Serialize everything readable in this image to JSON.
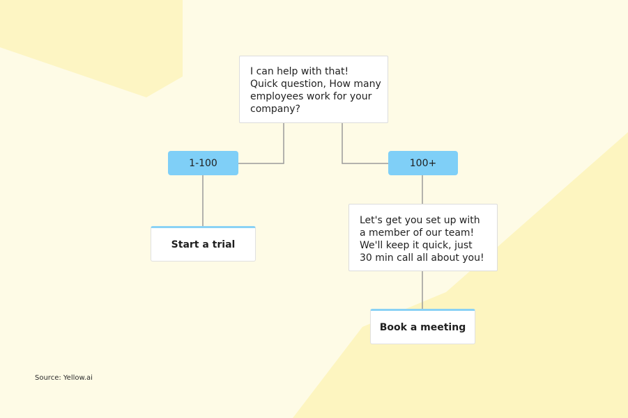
{
  "colors": {
    "background": "#fefbe6",
    "accent_yellow": "#fbf0a0",
    "chip_blue": "#7fcff7",
    "card_border_blue": "#8ad2f5",
    "connector": "#9a9a9a"
  },
  "question": {
    "lines": [
      "I can help with that!",
      "Quick question, How many",
      "employees work for your",
      "company?"
    ]
  },
  "options": {
    "small": "1-100",
    "large": "100+"
  },
  "responses": {
    "team": {
      "lines": [
        "Let's get you set up with",
        "a member of our team!",
        "We'll keep it quick, just",
        "30 min call all about you!"
      ]
    }
  },
  "actions": {
    "trial": "Start a trial",
    "meeting": "Book a meeting"
  },
  "footer": {
    "source": "Source: Yellow.ai"
  }
}
